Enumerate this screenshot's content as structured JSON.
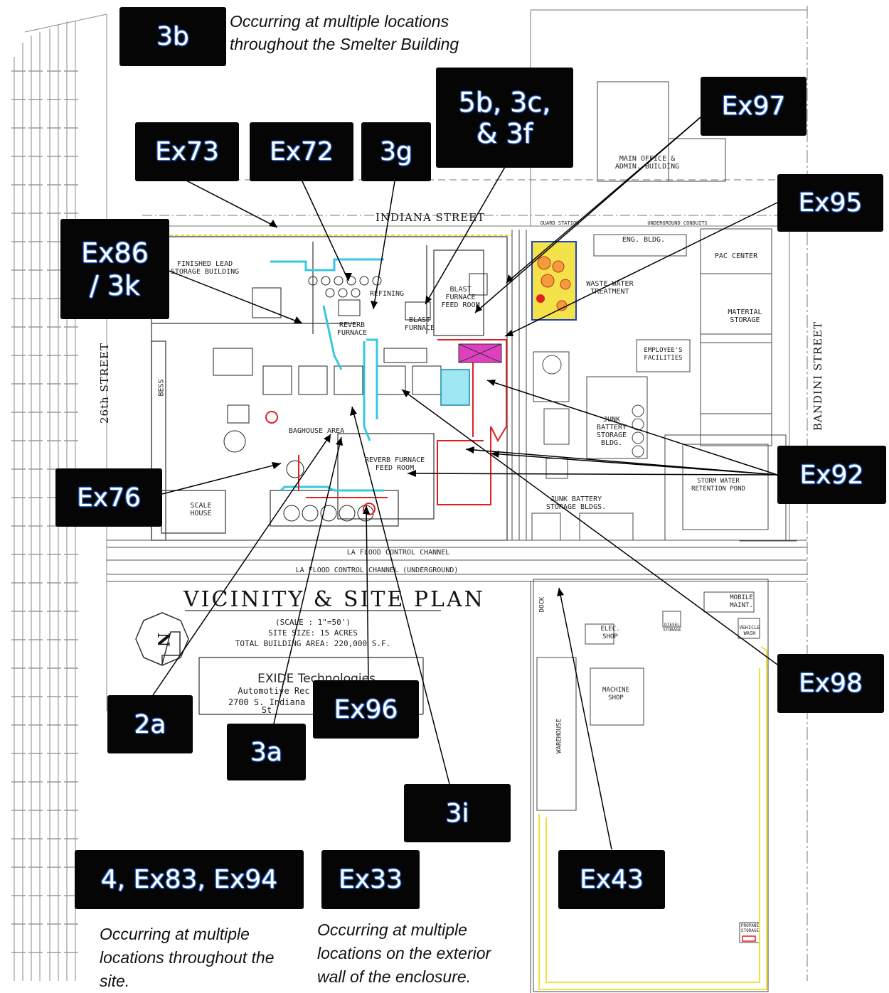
{
  "notes": {
    "smelter": "Occurring at multiple locations throughout the Smelter Building",
    "site": "Occurring at multiple locations throughout the site.",
    "enclosure": "Occurring at multiple locations on the exterior wall of the enclosure."
  },
  "labels": {
    "l3b": "3b",
    "l5b": "5b, 3c, & 3f",
    "ex97": "Ex97",
    "ex73": "Ex73",
    "ex72": "Ex72",
    "l3g": "3g",
    "ex95": "Ex95",
    "ex86": "Ex86 / 3k",
    "ex92": "Ex92",
    "ex76": "Ex76",
    "ex98": "Ex98",
    "l2a": "2a",
    "ex96": "Ex96",
    "l3a": "3a",
    "l3i": "3i",
    "l4": "4, Ex83, Ex94",
    "ex33": "Ex33",
    "ex43": "Ex43"
  },
  "plan": {
    "title": "VICINITY & SITE PLAN",
    "scale": "(SCALE : 1\"=50')",
    "site_size": "SITE SIZE: 15 ACRES",
    "building_area": "TOTAL BUILDING AREA: 220,000 S.F.",
    "company": "EXIDE Technologies",
    "company_sub": "Automotive Rec",
    "address": "2700 S. Indiana St",
    "north": "N",
    "streets": {
      "indiana": "INDIANA STREET",
      "twentysixth": "26th STREET",
      "bandini": "BANDINI STREET"
    },
    "channel": "LA FLOOD CONTROL CHANNEL",
    "channel_ug": "LA FLOOD CONTROL CHANNEL (UNDERGROUND)",
    "buildings": {
      "finished_lead": "FINISHED LEAD STORAGE BUILDING",
      "refining": "REFINING",
      "reverb": "REVERB FURNACE",
      "blast": "BLAST FURNACE",
      "blast_feed": "BLAST FURNACE FEED ROOM",
      "baghouse": "BAGHOUSE AREA",
      "reverb_feed": "REVERB FURNACE FEED ROOM",
      "bess": "BESS",
      "scale_house": "SCALE HOUSE",
      "main_office": "MAIN OFFICE & ADMIN. BUILDING",
      "guard": "GUARD STATION",
      "conduits": "UNDERGROUND CONDUITS",
      "eng": "ENG. BLDG.",
      "pac": "PAC CENTER",
      "waste_water": "WASTE WATER TREATMENT",
      "material": "MATERIAL STORAGE",
      "employee": "EMPLOYEE'S FACILITIES",
      "junk_battery": "JUNK BATTERY STORAGE BLDG.",
      "junk_battery_bldgs": "JUNK BATTERY STORAGE BLDGS.",
      "storm_water": "STORM WATER RETENTION POND",
      "mobile": "MOBILE MAINT.",
      "diesel": "DIESEL STORAGE",
      "vehicle": "VEHICLE WASH",
      "elec": "ELEC. SHOP",
      "machine": "MACHINE SHOP",
      "warehouse": "WAREHOUSE",
      "dock": "DOCK",
      "propane": "PROPANE STORAGE"
    }
  },
  "colors": {
    "label_bg": "#050505",
    "label_glow": "#2f6fd6",
    "plan_red": "#e02020",
    "plan_cyan": "#36c8e0",
    "plan_yellow": "#f2e23a",
    "plan_magenta": "#e040c0"
  }
}
